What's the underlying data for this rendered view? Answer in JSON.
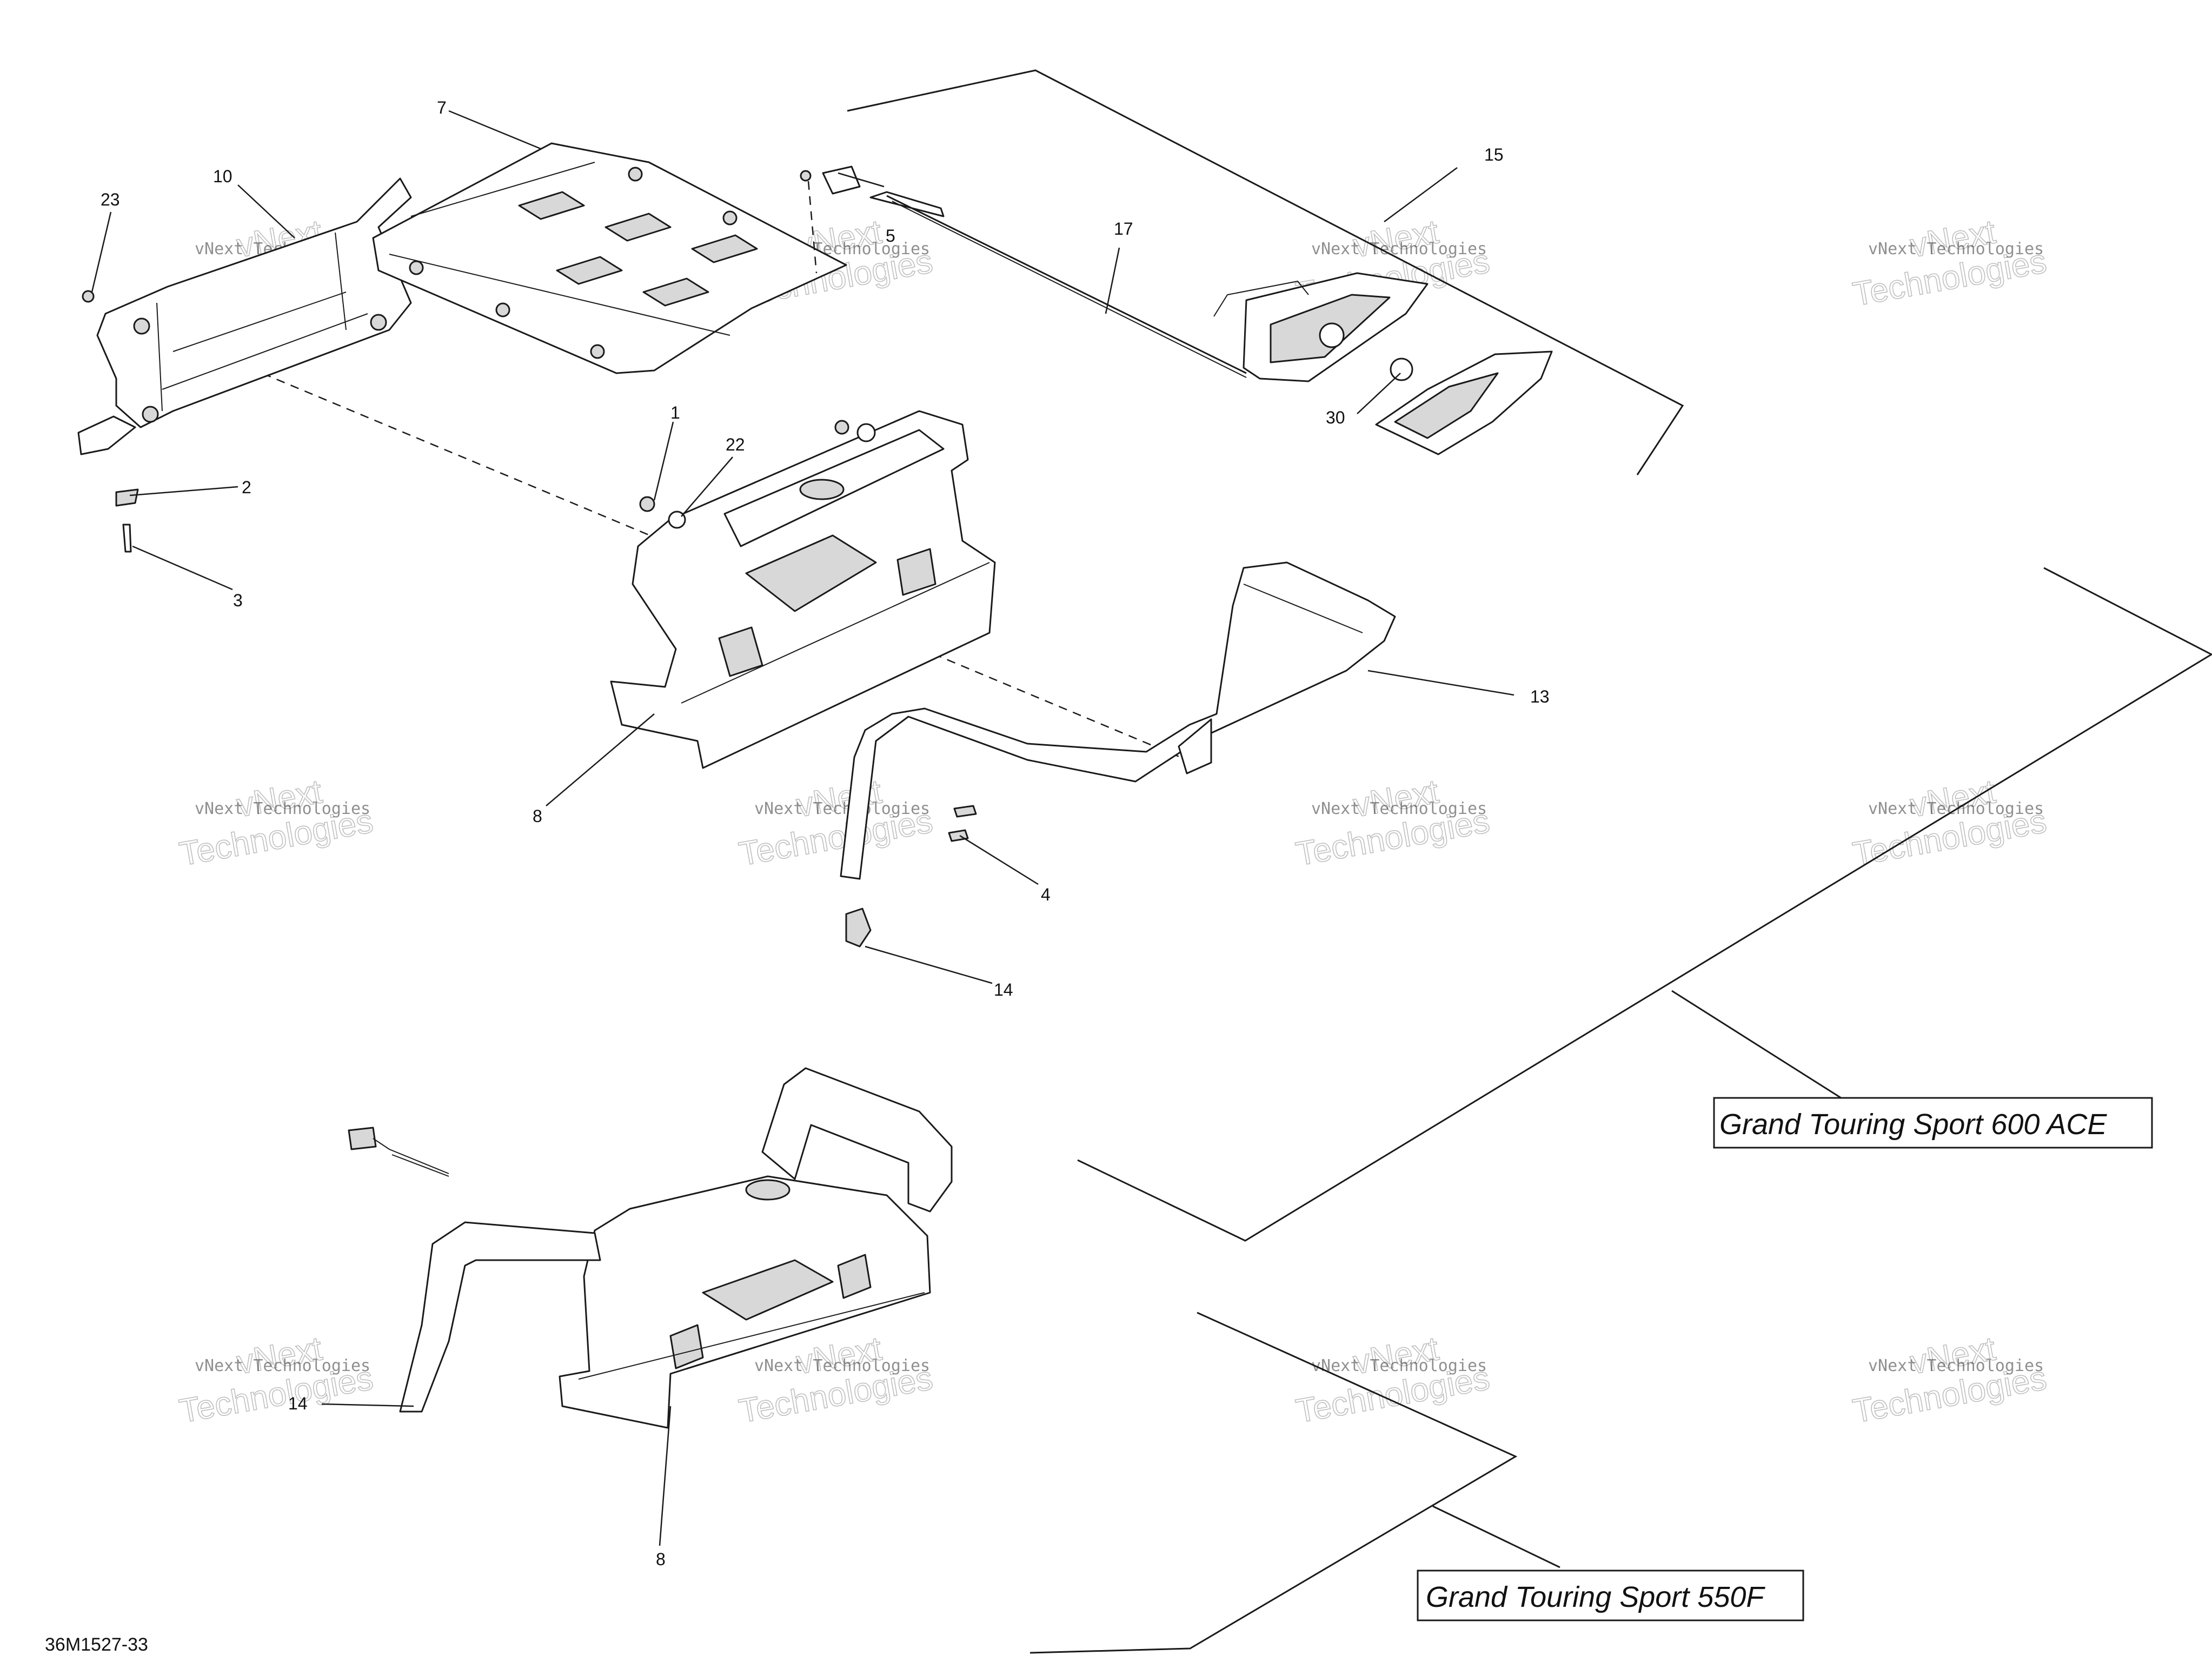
{
  "figure_id": "36M1527-33",
  "variants": [
    {
      "id": "gts600ace",
      "label": "Grand Touring Sport 600 ACE"
    },
    {
      "id": "gts550f",
      "label": "Grand Touring Sport 550F"
    }
  ],
  "callouts": {
    "c1": "1",
    "c2": "2",
    "c3": "3",
    "c4": "4",
    "c5": "5",
    "c7": "7",
    "c8a": "8",
    "c8b": "8",
    "c10": "10",
    "c13": "13",
    "c14a": "14",
    "c14b": "14",
    "c15": "15",
    "c17": "17",
    "c22": "22",
    "c23": "23",
    "c30": "30"
  },
  "watermark": {
    "line1": "vNext Technologies",
    "line2": "Technologies",
    "line3": "vNext"
  },
  "colors": {
    "line": "#1a1a1a",
    "background": "#ffffff",
    "shade": "#d8d8d8"
  }
}
